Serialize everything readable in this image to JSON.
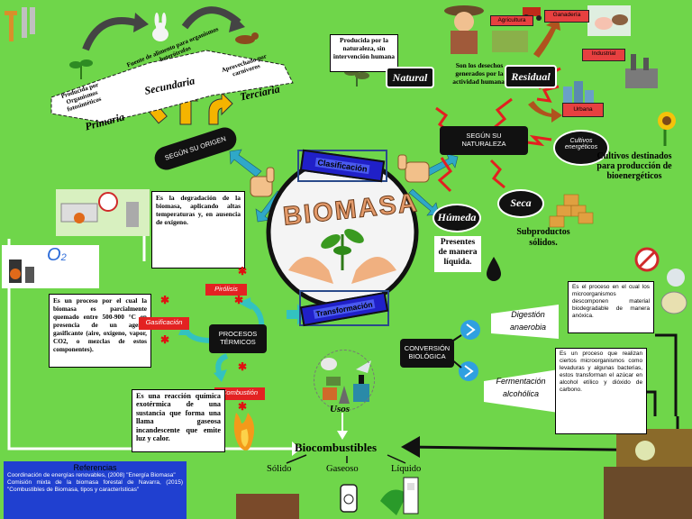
{
  "center": {
    "title": "BIOMASA",
    "classification": "Clasificación",
    "transformation": "Transformación"
  },
  "origin": {
    "label": "SEGÚN SU ORIGEN",
    "primaria": "Primaria",
    "secundaria": "Secundaria",
    "terciaria": "Terciaria",
    "primaria_desc": "Producida por Organismos fotosintéticos",
    "secundaria_desc": "Fuente de alimento para organismos heterótrofos",
    "terciaria_desc": "Aprovechado por carnívoros"
  },
  "nature": {
    "label": "SEGÚN SU NATURALEZA",
    "natural": "Natural",
    "natural_desc": "Producida por la naturaleza, sin intervención humana",
    "residual": "Residual",
    "residual_desc": "Son los desechos generados por la actividad humana.",
    "agricultura": "Agricultura",
    "ganaderia": "Ganadería",
    "industrial": "Industrial",
    "urbana": "Urbana",
    "cultivos": "Cultivos energéticos",
    "cultivos_desc": "Cultivos destinados para producción de bioenergéticos",
    "seca": "Seca",
    "seca_desc": "Subproductos sólidos.",
    "humeda": "Húmeda",
    "humeda_desc": "Presentes de manera líquida."
  },
  "thermal": {
    "label": "PROCESOS TÉRMICOS",
    "pirolisis": "Pirólisis",
    "pirolisis_desc": "Es la degradación de la biomasa, aplicando altas temperaturas y, en ausencia de oxígeno.",
    "gasificacion": "Gasificación",
    "gasificacion_desc": "Es un proceso por el cual la biomasa es parcialmente quemado entre 500-900 °C en presencia de un agente gasificante (aire, oxígeno, vapor, CO2, o mezclas de estos componentes).",
    "combustion": "Combustión",
    "combustion_desc": "Es una reacción química exotérmica de una sustancia que forma una llama gaseosa incandescente que emite luz y calor.",
    "o2": "O",
    "o2_sub": "2"
  },
  "bio": {
    "label": "CONVERSIÓN BIOLÓGICA",
    "digestion": "Digestión anaerobia",
    "digestion_desc": "Es el proceso en el cual los microorganismos descomponen material biodegradable de manera anóxica.",
    "fermentacion": "Fermentación alcohólica",
    "fermentacion_desc": "Es un proceso que realizan ciertos microorganismos como levaduras y algunas bacterias, estos transforman el azúcar en alcohol etílico y dióxido de carbono."
  },
  "uses": {
    "label": "Usos",
    "biocombustibles": "Biocombustibles",
    "solido": "Sólido",
    "gaseoso": "Gaseoso",
    "liquido": "Líquido"
  },
  "refs": {
    "title": "Referencias",
    "r1": "Coordinación de energías renovables, (2008) \"Energía Biomasa\"",
    "r2": "Comisión mixta de la biomasa forestal de Navarra, (2015) \"Combustibles de Biomasa, tipos y características\""
  },
  "colors": {
    "background": "#6fd64a",
    "accent_red": "#e32222",
    "dark": "#111111",
    "arrow_orange": "#f0a820"
  }
}
